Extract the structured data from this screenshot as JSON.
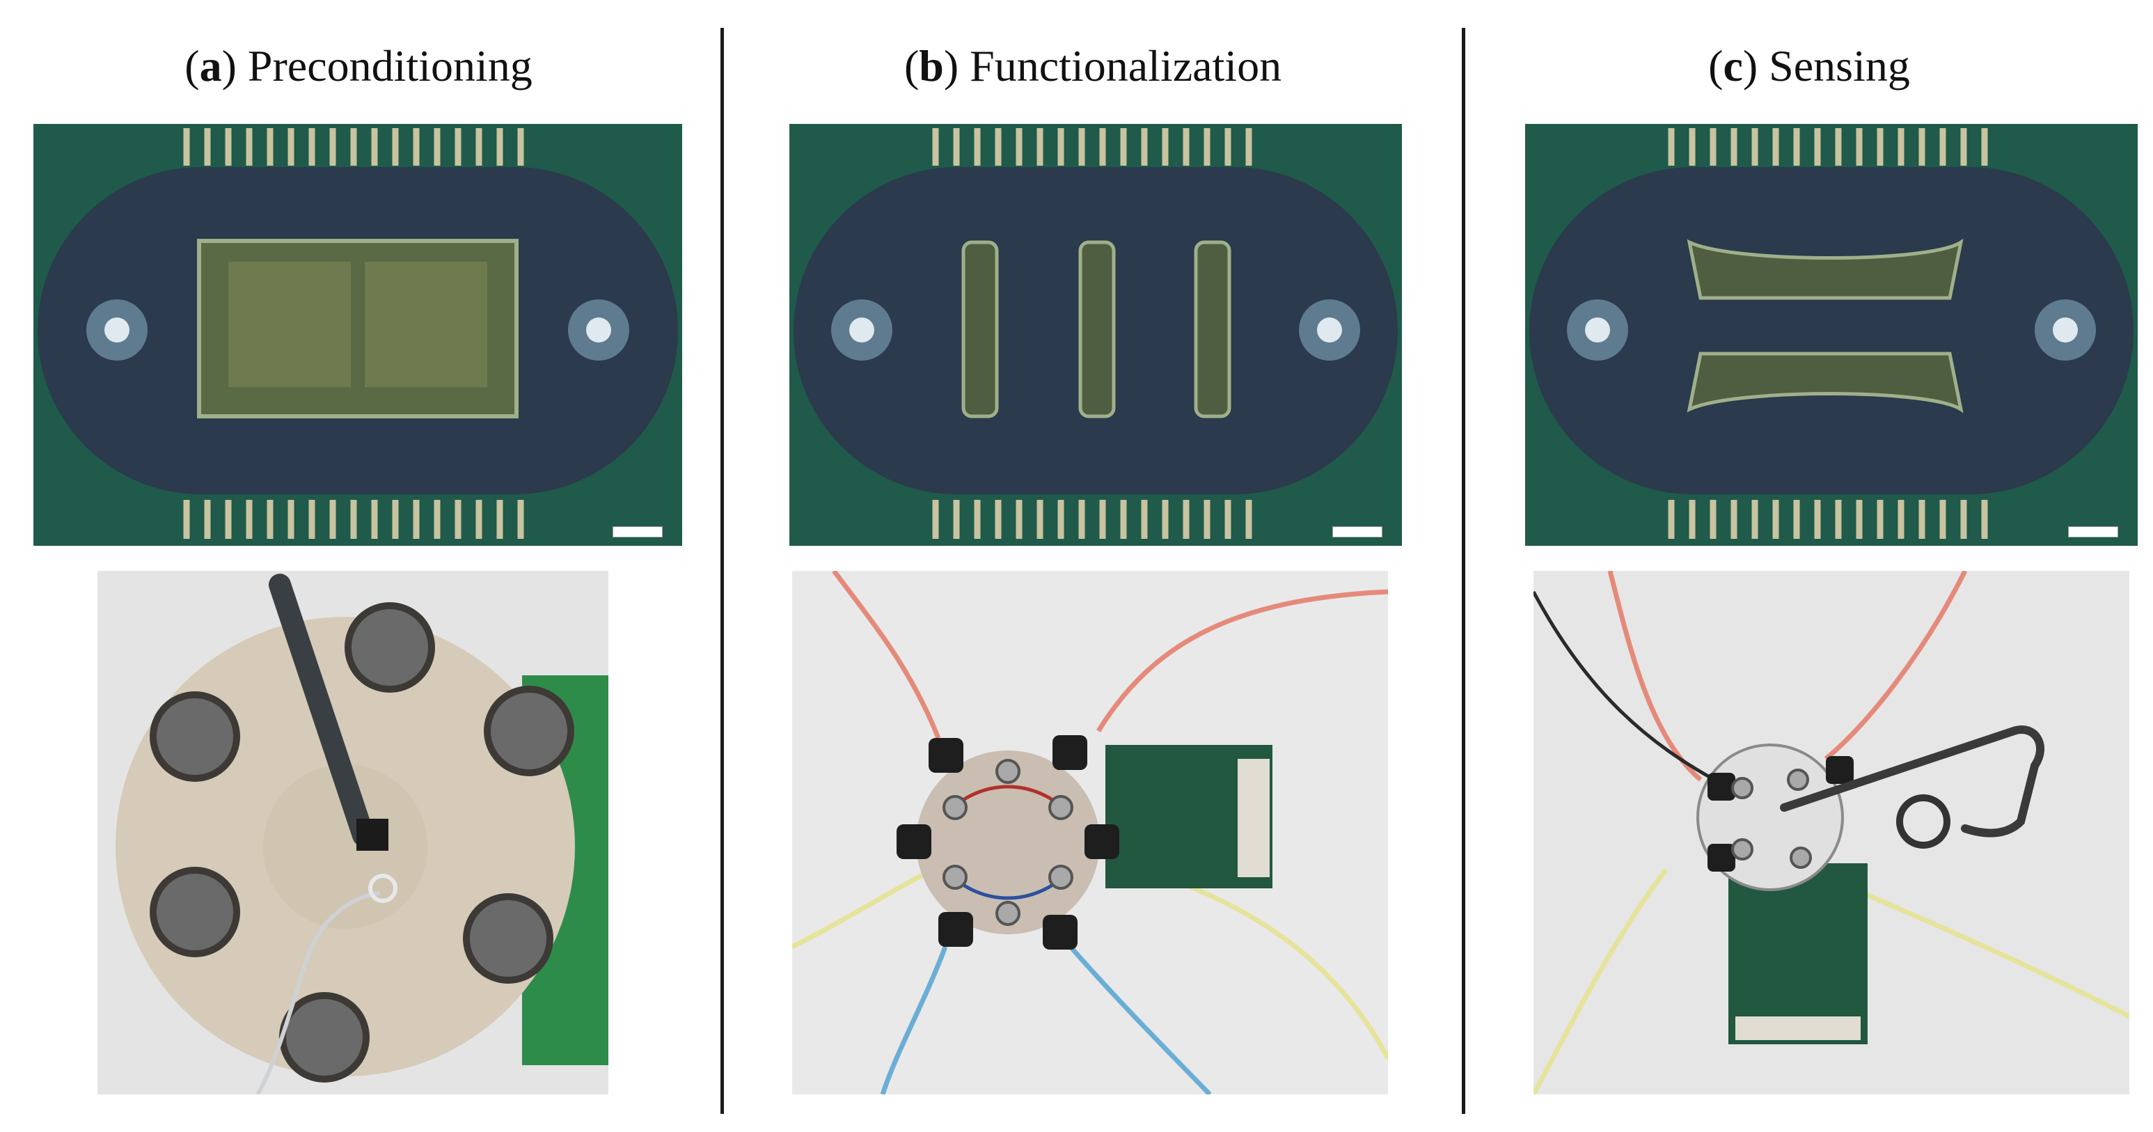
{
  "panels": [
    {
      "letter": "a",
      "title": "Preconditioning"
    },
    {
      "letter": "b",
      "title": "Functionalization"
    },
    {
      "letter": "c",
      "title": "Sensing"
    }
  ],
  "colors": {
    "pcb_green": "#1f5a4a",
    "gasket_dark": "#2b3a4c",
    "cell_beige": "#d6cbb8",
    "wire_red": "#e58a7a",
    "wire_yellow": "#e6e39a",
    "wire_blue": "#6aaed6",
    "background_cloth": "#e9e9ea"
  }
}
